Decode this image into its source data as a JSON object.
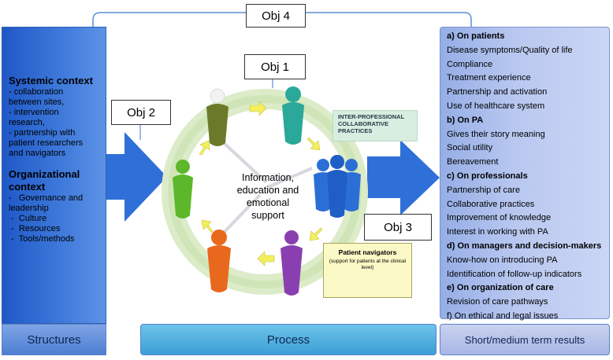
{
  "structures": {
    "systemic_heading": "Systemic context",
    "systemic_items": [
      "- collaboration",
      "between sites,",
      "- intervention",
      "research,",
      "- partnership with",
      "patient researchers",
      "and navigators"
    ],
    "organizational_heading_1": "Organizational",
    "organizational_heading_2": "context",
    "organizational_items": [
      "-   Governance and",
      "leadership",
      " -  Culture",
      " -  Resources",
      " -  Tools/methods"
    ],
    "footer_label": "Structures"
  },
  "process": {
    "center_text_1": "Information,",
    "center_text_2": "education and",
    "center_text_3": "emotional",
    "center_text_4": "support",
    "inter_professional_1": "INTER-PROFESSIONAL",
    "inter_professional_2": "COLLABORATIVE",
    "inter_professional_3": "PRACTICES",
    "patient_navigators_title": "Patient navigators",
    "patient_navigators_sub": "(support for patients at the clinical level)",
    "footer_label": "Process",
    "figure_colors": [
      "#6b7a2a",
      "#2aa89a",
      "#2b6fd6",
      "#8a3fb0",
      "#e8681e",
      "#5cb82a"
    ]
  },
  "objectives": {
    "obj1": "Obj 1",
    "obj2": "Obj 2",
    "obj3": "Obj 3",
    "obj4": "Obj 4"
  },
  "results": {
    "items": [
      {
        "text": "a) On patients",
        "bold": true
      },
      {
        "text": "Disease symptoms/Quality of life",
        "bold": false
      },
      {
        "text": "Compliance",
        "bold": false
      },
      {
        "text": "Treatment experience",
        "bold": false
      },
      {
        "text": "Partnership and activation",
        "bold": false
      },
      {
        "text": "Use of healthcare system",
        "bold": false
      },
      {
        "text": "b) On PA",
        "bold": true
      },
      {
        "text": "Gives their story meaning",
        "bold": false
      },
      {
        "text": "Social utility",
        "bold": false
      },
      {
        "text": "Bereavement",
        "bold": false
      },
      {
        "text": "c) On professionals",
        "bold": true
      },
      {
        "text": "Partnership of care",
        "bold": false
      },
      {
        "text": "Collaborative practices",
        "bold": false
      },
      {
        "text": "Improvement of knowledge",
        "bold": false
      },
      {
        "text": "Interest in working with PA",
        "bold": false
      },
      {
        "text": "d) On managers and decision-makers",
        "bold": true
      },
      {
        "text": "Know-how on introducing PA",
        "bold": false
      },
      {
        "text": "Identification of follow-up indicators",
        "bold": false
      },
      {
        "text": "e) On organization of care",
        "bold": true
      },
      {
        "text": "Revision of care pathways",
        "bold": false
      },
      {
        "text": "f) On ethical and legal issues",
        "bold": false
      }
    ],
    "footer_label": "Short/medium term results"
  },
  "colors": {
    "arrow_blue": "#2f6fd8",
    "ring_green": "#cfe7b8",
    "small_arrow_yellow": "#f3ef5c",
    "bracket_blue": "#5a8fd6"
  }
}
